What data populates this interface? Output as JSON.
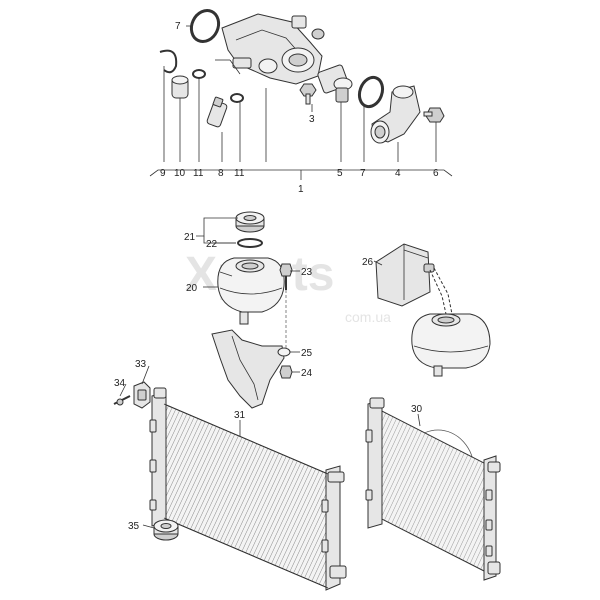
{
  "watermark": {
    "brand": "Xparts",
    "domain": "com.ua"
  },
  "callouts": {
    "p1": "1",
    "p3": "3",
    "p4": "4",
    "p5": "5",
    "p6": "6",
    "p7a": "7",
    "p7b": "7",
    "p8": "8",
    "p9": "9",
    "p10": "10",
    "p11a": "11",
    "p11b": "11",
    "p20": "20",
    "p21": "21",
    "p22": "22",
    "p23": "23",
    "p24": "24",
    "p25": "25",
    "p26": "26",
    "p30": "30",
    "p31": "31",
    "p33": "33",
    "p34": "34",
    "p35": "35"
  }
}
